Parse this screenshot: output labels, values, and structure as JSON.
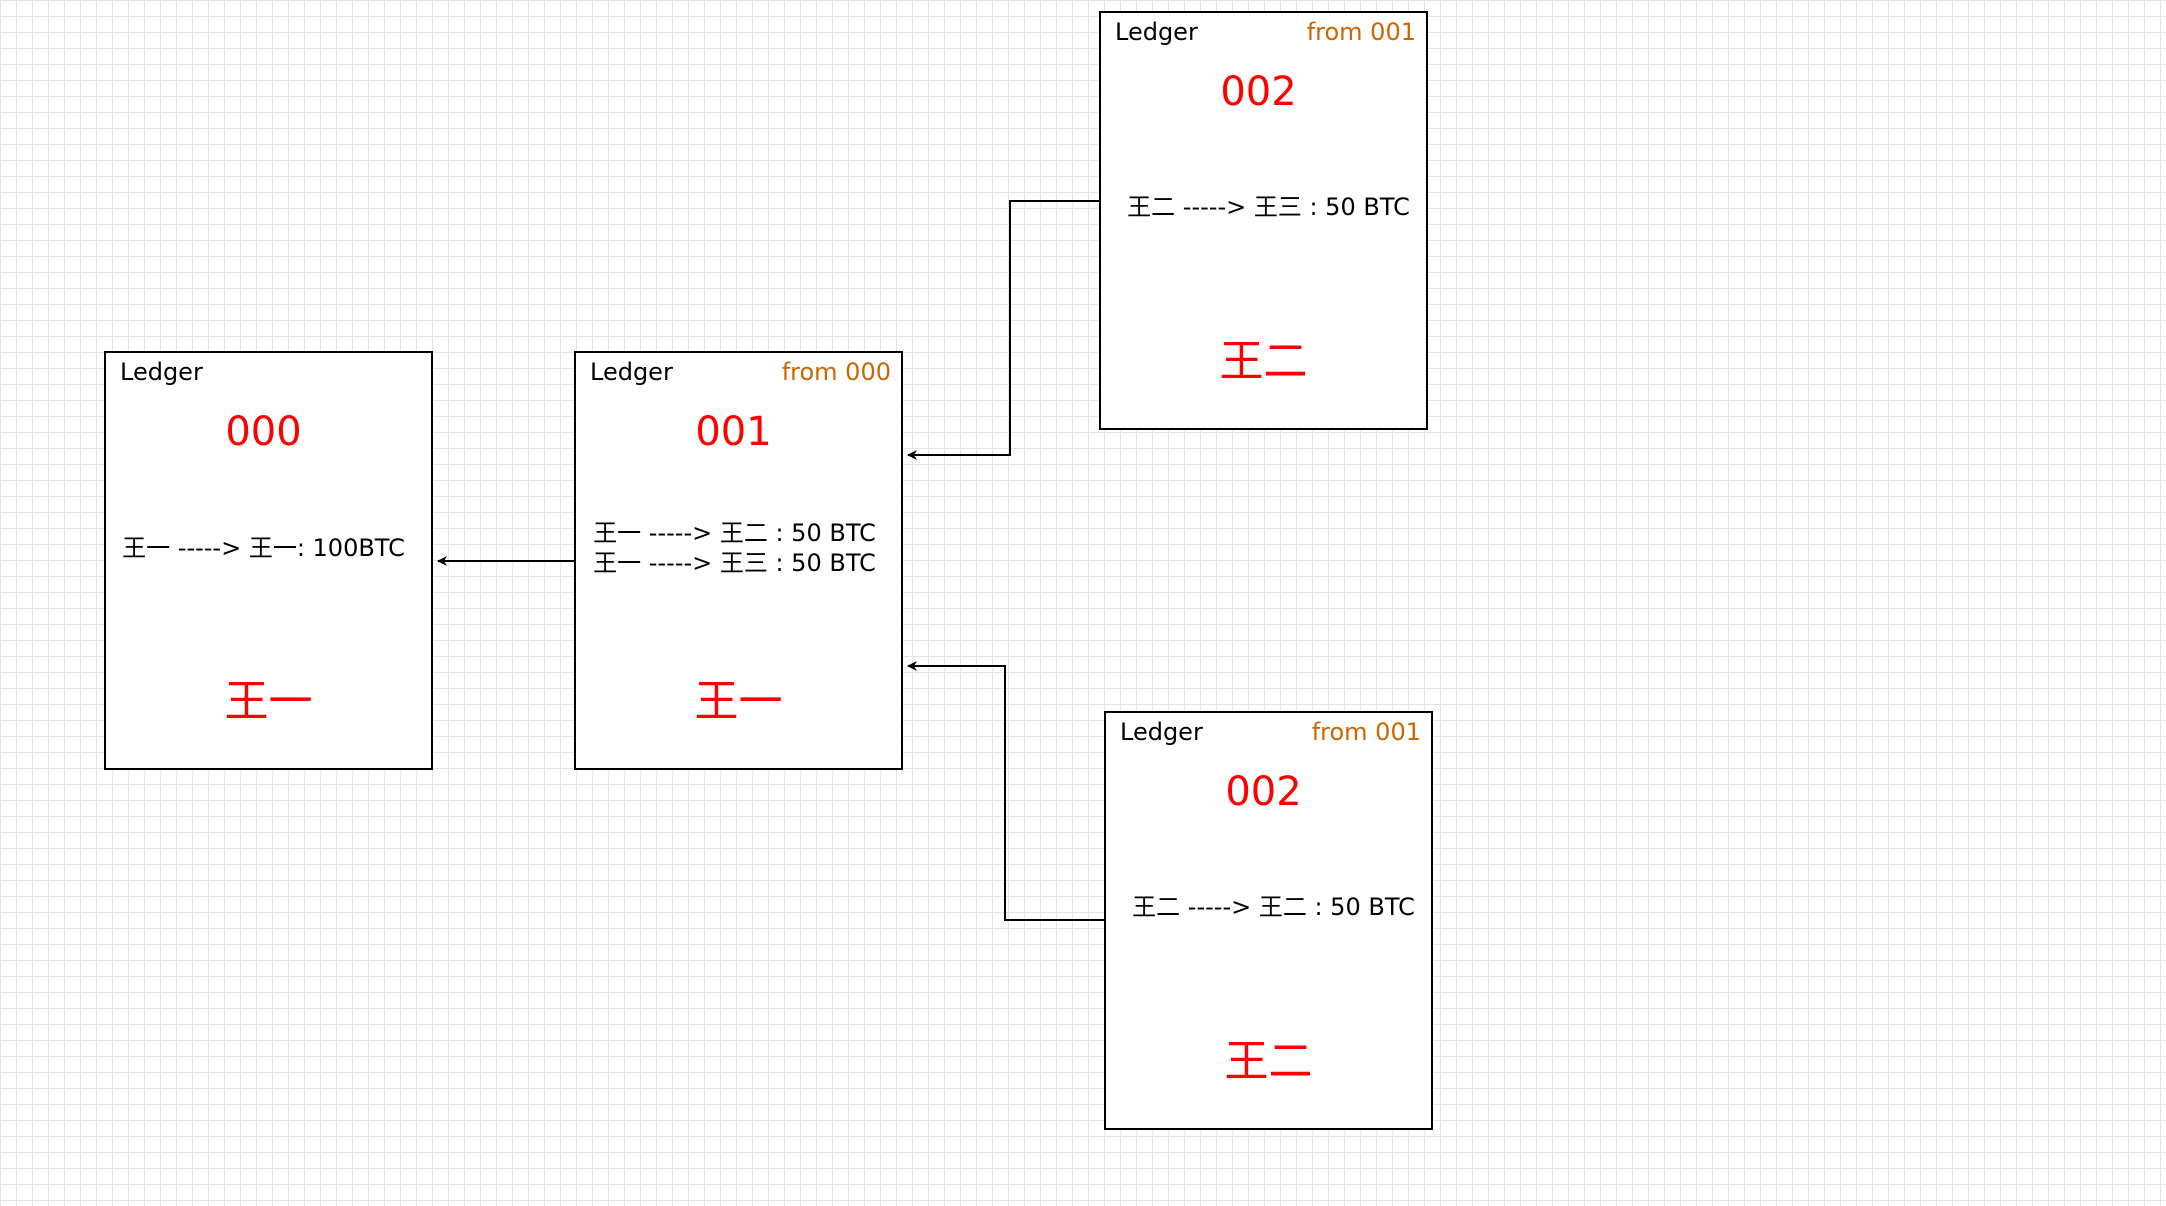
{
  "colors": {
    "grid": "#e4e4e4",
    "border": "#000000",
    "block_id": "#ff0000",
    "from_label": "#cc6600",
    "text": "#000000"
  },
  "ledgers": [
    {
      "title": "Ledger",
      "from": "",
      "block_id": "000",
      "transactions": [
        "王一 -----> 王一:  100BTC"
      ],
      "owner": "王一"
    },
    {
      "title": "Ledger",
      "from": "from 000",
      "block_id": "001",
      "transactions": [
        "王一 -----> 王二 :   50 BTC",
        "王一 -----> 王三 :   50 BTC"
      ],
      "owner": "王一"
    },
    {
      "title": "Ledger",
      "from": "from 001",
      "block_id": "002",
      "transactions": [
        "王二 -----> 王三 :   50 BTC"
      ],
      "owner": "王二"
    },
    {
      "title": "Ledger",
      "from": "from 001",
      "block_id": "002",
      "transactions": [
        "王二 -----> 王二 :   50 BTC"
      ],
      "owner": "王二"
    }
  ]
}
